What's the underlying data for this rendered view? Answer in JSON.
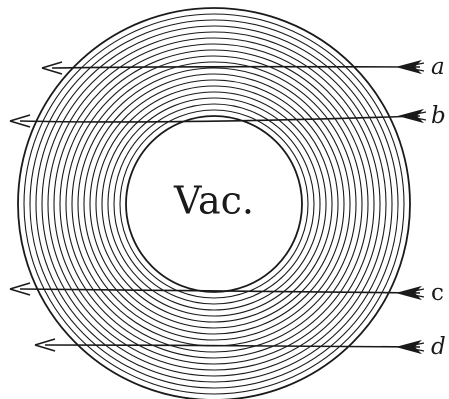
{
  "figure": {
    "center_label": "Vac.",
    "rays": [
      {
        "id": "a",
        "label": "a"
      },
      {
        "id": "b",
        "label": "b"
      },
      {
        "id": "c",
        "label": "c"
      },
      {
        "id": "d",
        "label": "d"
      }
    ],
    "colors": {
      "ink": "#1a1a1a",
      "background": "#ffffff"
    }
  }
}
